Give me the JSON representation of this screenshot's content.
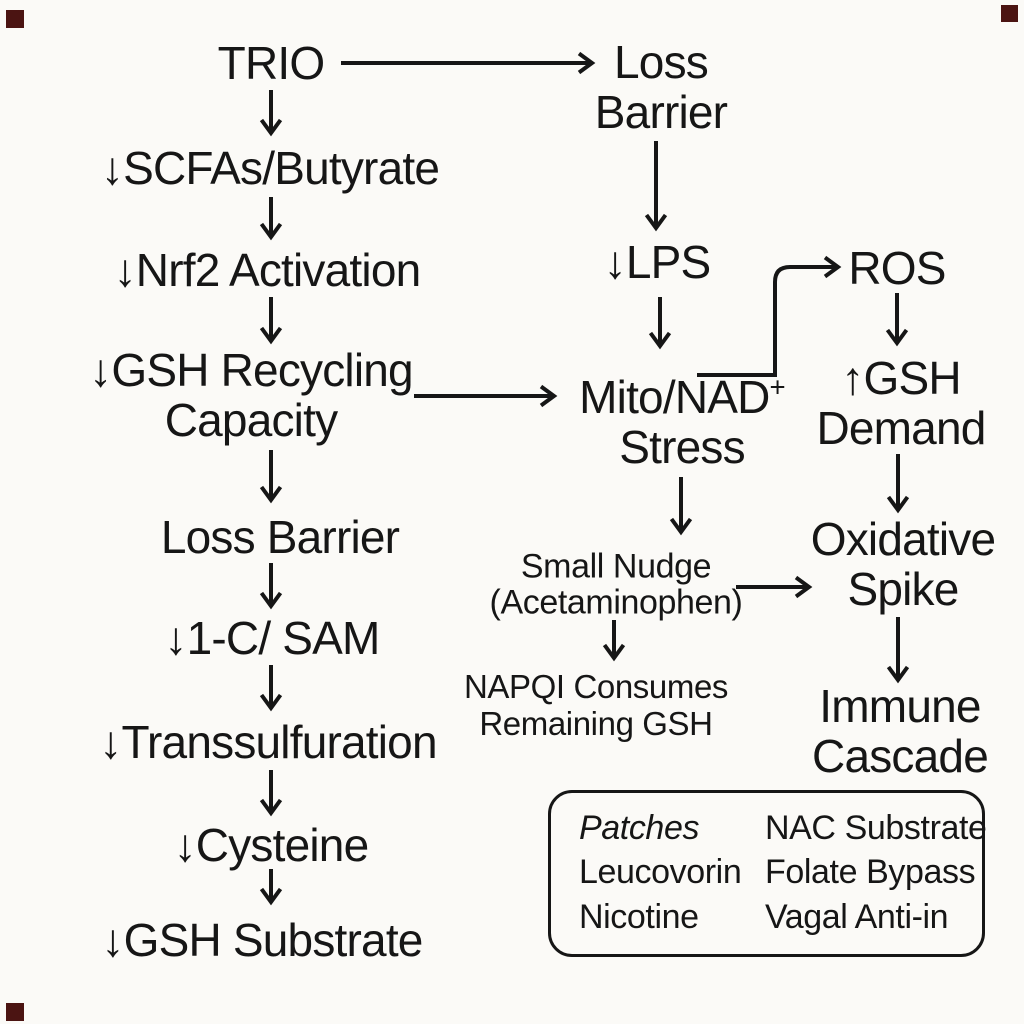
{
  "diagram": {
    "nodes": {
      "trio": {
        "text": "TRIO"
      },
      "loss_barrier_top": {
        "line1": "Loss",
        "line2": "Barrier"
      },
      "scfas": {
        "text": "↓SCFAs/Butyrate"
      },
      "nrf2": {
        "text": "↓Nrf2 Activation"
      },
      "lps": {
        "text": "↓LPS"
      },
      "ros": {
        "text": "ROS"
      },
      "gsh_recycling": {
        "line1": "↓GSH Recycling",
        "line2": "Capacity"
      },
      "mito_stress": {
        "line1": "Mito/NAD",
        "sup": "+",
        "line2": "Stress"
      },
      "gsh_demand": {
        "line1": "↑GSH",
        "line2": "Demand"
      },
      "loss_barrier_left": {
        "text": "Loss Barrier"
      },
      "small_nudge": {
        "line1": "Small Nudge",
        "line2": "(Acetaminophen)"
      },
      "oxidative_spike": {
        "line1": "Oxidative",
        "line2": "Spike"
      },
      "one_c_sam": {
        "text": "↓1-C/ SAM"
      },
      "napqi": {
        "line1": "NAPQI Consumes",
        "line2": "Remaining GSH"
      },
      "immune_cascade": {
        "line1": "Immune",
        "line2": "Cascade"
      },
      "transsulfuration": {
        "text": "↓Transsulfuration"
      },
      "cysteine": {
        "text": "↓Cysteine"
      },
      "gsh_substrate": {
        "text": "↓GSH Substrate"
      }
    },
    "patches": {
      "rows": [
        [
          "Patches",
          "NAC Substrate"
        ],
        [
          "Leucovorin",
          "Folate Bypass"
        ],
        [
          "Nicotine",
          "Vagal Anti-in"
        ]
      ]
    },
    "colors": {
      "ink": "#161616",
      "background": "#fbfaf7",
      "corner_mark": "#4b1412"
    }
  }
}
